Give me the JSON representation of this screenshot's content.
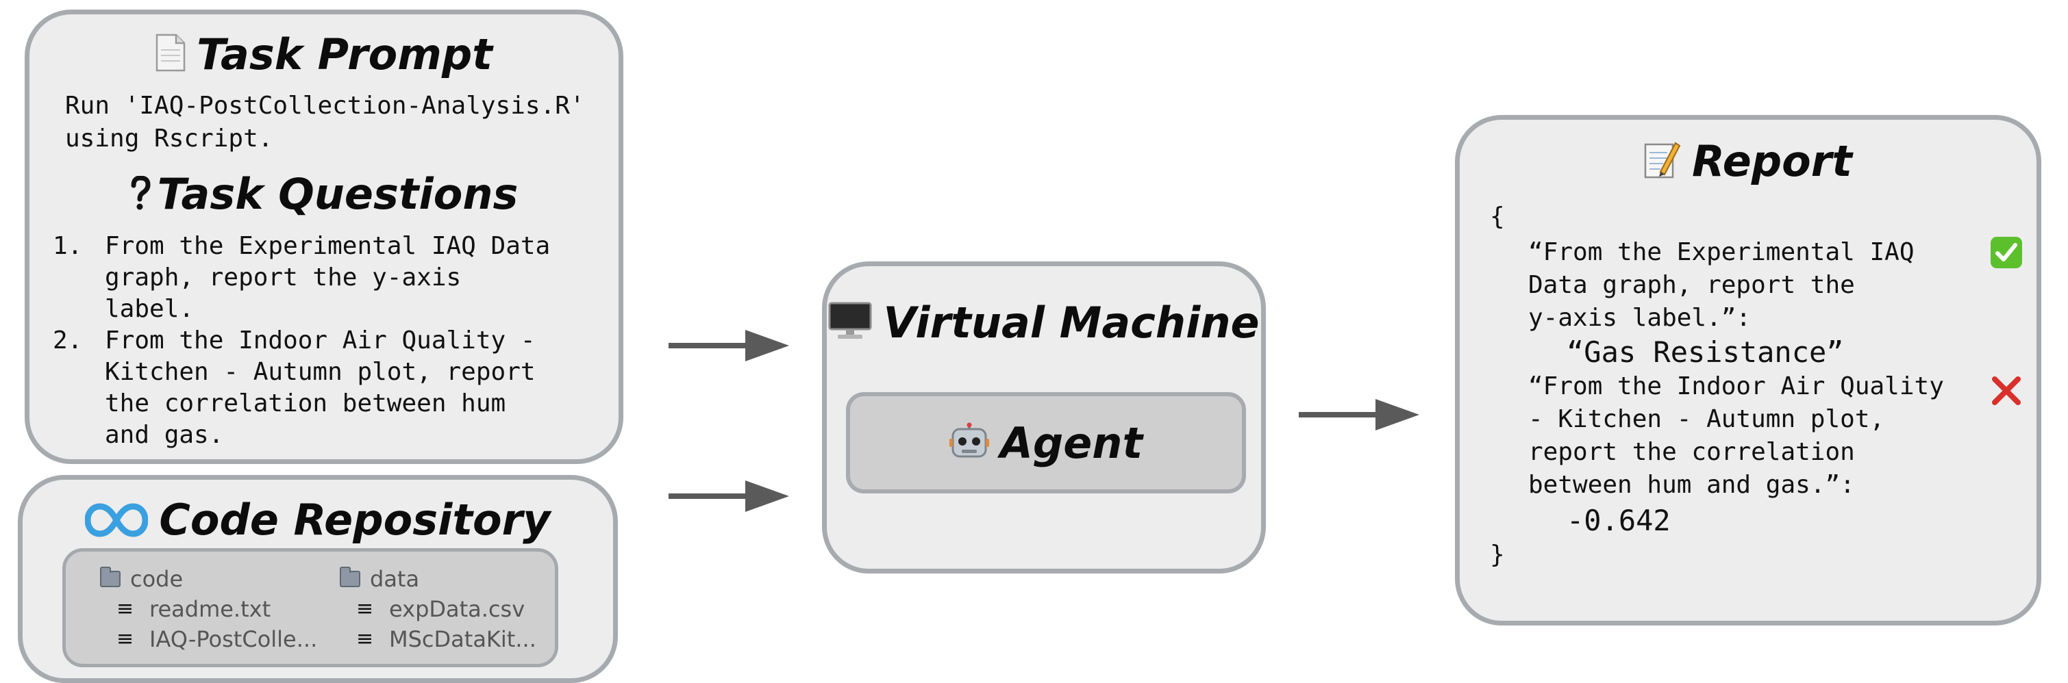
{
  "task": {
    "title": "Task Prompt",
    "icon": "document-icon",
    "prompt": "Run 'IAQ-PostCollection-Analysis.R'\nusing Rscript.",
    "questions_title": "Task Questions",
    "questions_icon": "question-mark-icon",
    "questions": [
      {
        "num": "1.",
        "text": "From the Experimental IAQ Data\ngraph, report the y-axis\nlabel."
      },
      {
        "num": "2.",
        "text": "From the Indoor Air Quality -\nKitchen - Autumn plot, report\nthe correlation between hum\nand gas."
      }
    ]
  },
  "repo": {
    "title": "Code Repository",
    "icon": "infinity-logo-icon",
    "folders": [
      {
        "name": "code",
        "files": [
          "readme.txt",
          "IAQ-PostColle..."
        ]
      },
      {
        "name": "data",
        "files": [
          "expData.csv",
          "MScDataKit..."
        ]
      }
    ]
  },
  "vm": {
    "title": "Virtual Machine",
    "icon": "monitor-icon",
    "agent_label": "Agent",
    "agent_icon": "robot-icon"
  },
  "report": {
    "title": "Report",
    "icon": "memo-icon",
    "open_brace": "{",
    "close_brace": "}",
    "q1": "“From the Experimental IAQ\nData graph, report the\ny-axis label.”:",
    "a1": "“Gas Resistance”",
    "q2": "“From the Indoor Air Quality\n- Kitchen - Autumn plot,\nreport the correlation\nbetween hum and gas.”:",
    "a2": "-0.642",
    "q1_status": "correct",
    "q2_status": "incorrect"
  },
  "colors": {
    "box_bg": "#ededed",
    "box_border": "#a7abb0",
    "inner_bg": "#cfcfcf",
    "arrow": "#5a5a5a",
    "check_green": "#5cc02d",
    "cross_red": "#d9302c",
    "logo_blue": "#3aa0e0"
  }
}
